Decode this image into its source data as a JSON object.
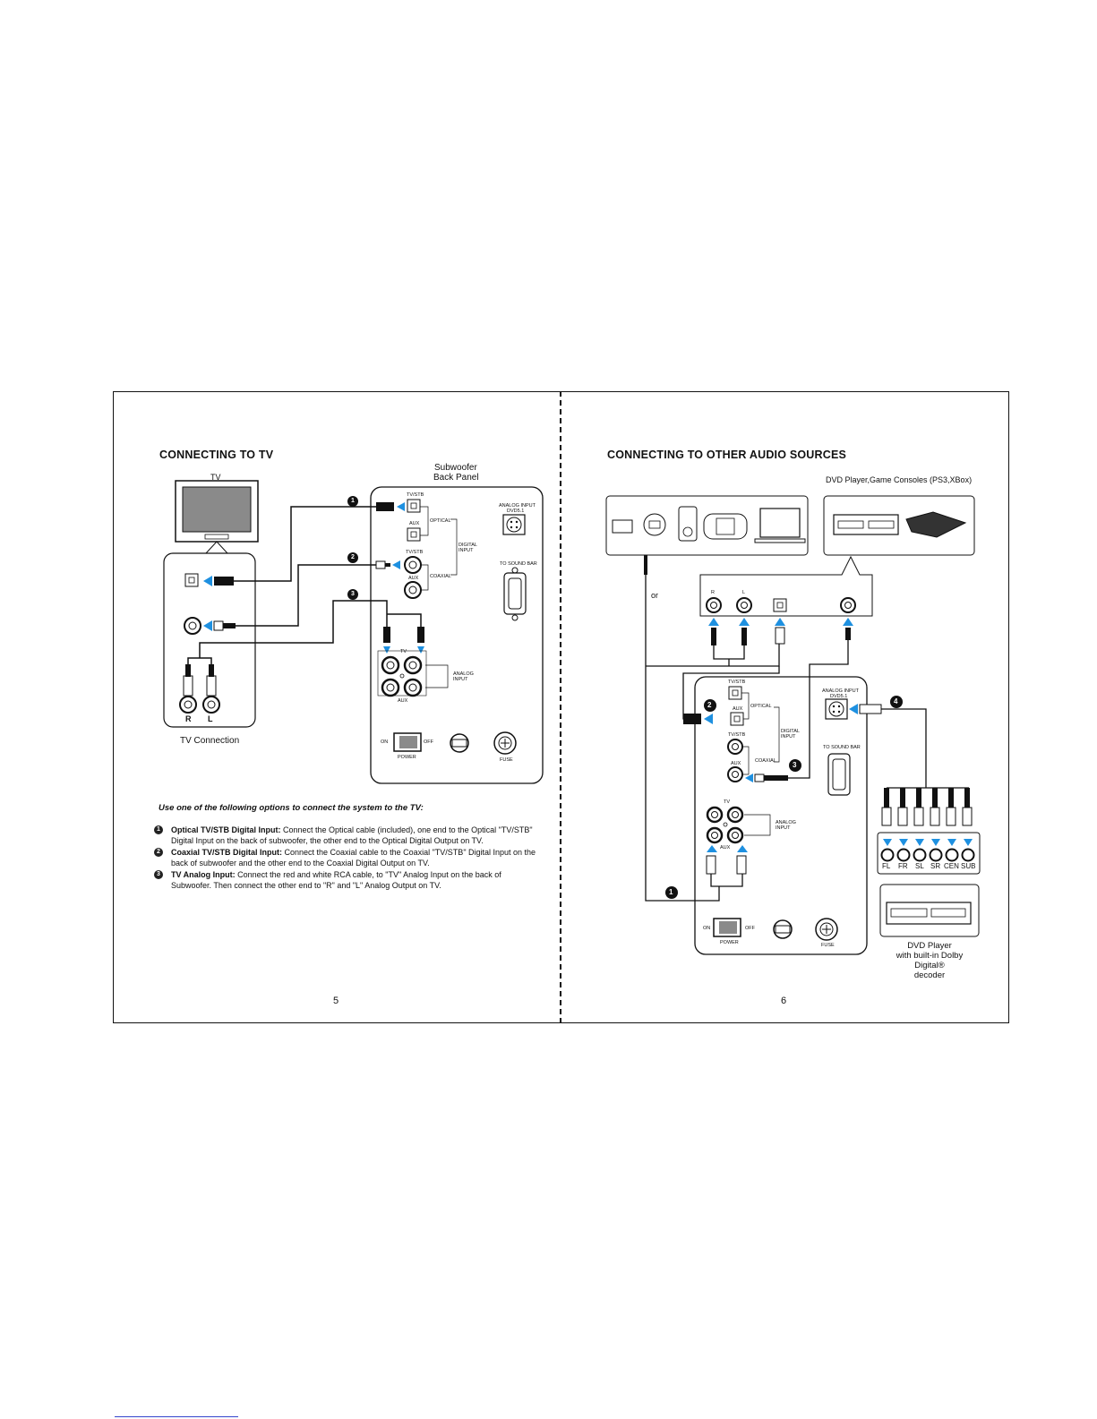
{
  "left_page": {
    "heading": "CONNECTING TO TV",
    "tv_label": "TV",
    "subwoofer_label_line1": "Subwoofer",
    "subwoofer_label_line2": "Back Panel",
    "tv_connection_caption": "TV Connection",
    "r_label": "R",
    "l_label": "L",
    "panel": {
      "tvstb_top": "TV/STB",
      "aux_top": "AUX",
      "optical": "OPTICAL",
      "digital_input_1": "DIGITAL",
      "digital_input_2": "INPUT",
      "tvstb_coax": "TV/STB",
      "aux_coax": "AUX",
      "coaxial": "COAXIAL",
      "analog_input_dvd_1": "ANALOG INPUT",
      "analog_input_dvd_2": "DVD5.1",
      "to_sound_bar": "TO SOUND BAR",
      "tv_rca": "TV",
      "aux_rca": "AUX",
      "analog_1": "ANALOG",
      "analog_2": "INPUT",
      "on": "ON",
      "off": "OFF",
      "power": "POWER",
      "fuse": "FUSE"
    },
    "badges": [
      "1",
      "2",
      "3"
    ],
    "intro": "Use one of the following options to connect the system to the TV:",
    "options": [
      {
        "num": "1",
        "title": "Optical TV/STB Digital Input:",
        "text": " Connect the Optical cable (included), one end to the Optical \"TV/STB\" Digital Input on the back of subwoofer, the other end to the Optical Digital Output on TV."
      },
      {
        "num": "2",
        "title": "Coaxial TV/STB Digital Input:",
        "text": " Connect the Coaxial cable to the Coaxial \"TV/STB\" Digital Input on the back of subwoofer and the other end to the Coaxial Digital Output on TV."
      },
      {
        "num": "3",
        "title": "TV Analog Input:",
        "text": " Connect the red and white RCA cable, to \"TV\" Analog Input on the back of Subwoofer. Then connect the other end to \"R\" and \"L\" Analog Output on TV."
      }
    ],
    "page_number": "5"
  },
  "right_page": {
    "heading": "CONNECTING TO OTHER AUDIO SOURCES",
    "dvd_consoles_label": "DVD Player,Game Consoles (PS3,XBox)",
    "or_label": "or",
    "r_small": "R",
    "l_small": "L",
    "badges": [
      "1",
      "2",
      "3",
      "4"
    ],
    "panel": {
      "tvstb_top": "TV/STB",
      "aux_top": "AUX",
      "optical": "OPTICAL",
      "digital_input_1": "DIGITAL",
      "digital_input_2": "INPUT",
      "tvstb_coax": "TV/STB",
      "aux_coax": "AUX",
      "coaxial": "COAXIAL",
      "analog_input_dvd_1": "ANALOG INPUT",
      "analog_input_dvd_2": "DVD5.1",
      "to_sound_bar": "TO SOUND BAR",
      "tv_rca": "TV",
      "aux_rca": "AUX",
      "analog_1": "ANALOG",
      "analog_2": "INPUT",
      "on": "ON",
      "off": "OFF",
      "power": "POWER",
      "fuse": "FUSE"
    },
    "channels": [
      "FL",
      "FR",
      "SL",
      "SR",
      "CEN",
      "SUB"
    ],
    "dvd_caption_line1": "DVD Player",
    "dvd_caption_line2": "with built-in Dolby Digital®",
    "dvd_caption_line3": "decoder",
    "page_number": "6"
  },
  "colors": {
    "arrow_blue": "#1e90e0",
    "ink": "#111111",
    "screen_gray": "#8a8a8a"
  }
}
